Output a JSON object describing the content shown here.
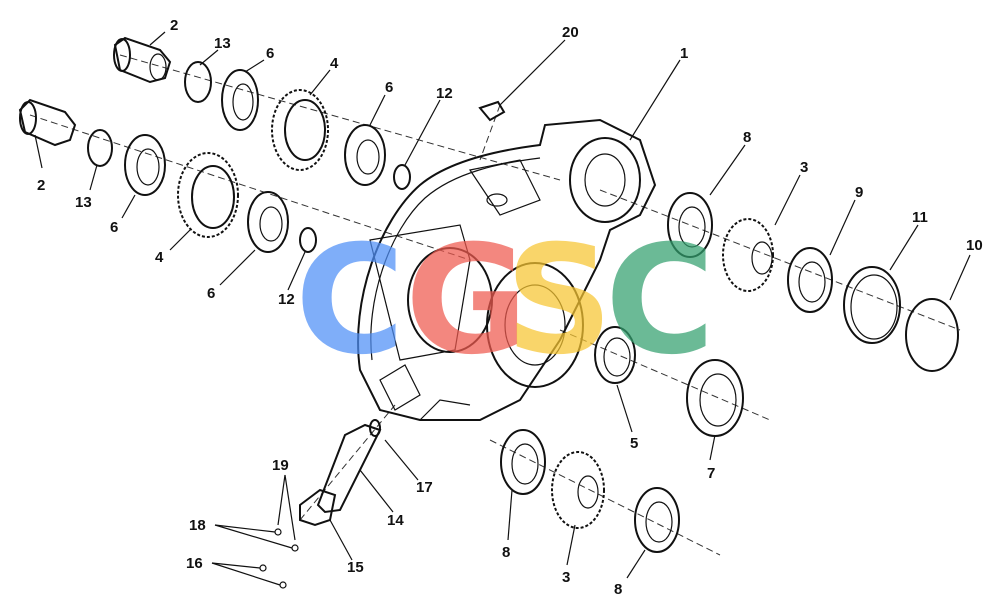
{
  "diagram": {
    "callouts": {
      "c1": "1",
      "c2a": "2",
      "c2b": "2",
      "c3a": "3",
      "c3b": "3",
      "c4a": "4",
      "c4b": "4",
      "c5": "5",
      "c6a": "6",
      "c6b": "6",
      "c6c": "6",
      "c6d": "6",
      "c7": "7",
      "c8a": "8",
      "c8b": "8",
      "c8c": "8",
      "c9": "9",
      "c10": "10",
      "c11": "11",
      "c12a": "12",
      "c12b": "12",
      "c13a": "13",
      "c13b": "13",
      "c14": "14",
      "c15": "15",
      "c16": "16",
      "c17": "17",
      "c18": "18",
      "c19": "19",
      "c20": "20"
    }
  },
  "watermark": {
    "letters": [
      "C",
      "G",
      "S",
      "C"
    ],
    "colors": [
      "#4f8ff7",
      "#ef5a4f",
      "#f7c531",
      "#33a06f"
    ]
  }
}
